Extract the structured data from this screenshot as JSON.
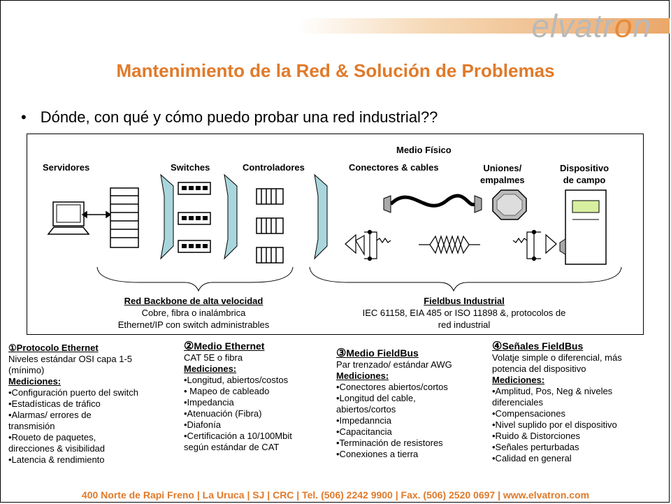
{
  "logo": {
    "text_pre": "elvatr",
    "text_o": "o",
    "text_post": "n"
  },
  "title": "Mantenimiento de la Red & Solución de Problemas",
  "bullet": {
    "mark": "•",
    "text": "Dónde, con qué y cómo puedo probar una red industrial??"
  },
  "diagram": {
    "medio_fisico": "Medio Físico",
    "labels": {
      "servidores": "Servidores",
      "switches": "Switches",
      "controladores": "Controladores",
      "conectores": "Conectores & cables",
      "uniones_1": "Uniones/",
      "uniones_2": "empalmes",
      "dispositivo_1": "Dispositivo",
      "dispositivo_2": "de campo"
    },
    "backbone": {
      "heading": "Red Backbone de alta velocidad",
      "line1": "Cobre, fibra o inalámbrica",
      "line2": "Ethernet/IP con switch administrables"
    },
    "fieldbus": {
      "heading": "Fieldbus Industrial",
      "line1": "IEC 61158, EIA 485 or ISO 11898 &, protocolos de",
      "line2": "red industrial"
    }
  },
  "columns": [
    {
      "num": "①",
      "title": "Protocolo Ethernet",
      "intro": [
        "Niveles estándar OSI capa 1-5",
        "(mínimo)"
      ],
      "subhead": "Mediciones:",
      "items": [
        "•Configuración puerto del switch",
        "•Estadísticas de tráfico",
        "•Alarmas/ errores  de",
        "transmisión",
        "•Roueto de paquetes,",
        "direcciones & visibilidad",
        "•Latencia & rendimiento"
      ]
    },
    {
      "num": "②",
      "title": "Medio Ethernet",
      "intro": [
        "CAT 5E o fibra"
      ],
      "subhead": "Mediciones:",
      "items": [
        "•Longitud, abiertos/costos",
        "• Mapeo de cableado",
        "•Impedancia",
        "•Atenuación (Fibra)",
        "•Diafonía",
        "•Certificación a 10/100Mbit",
        "según estándar de CAT"
      ]
    },
    {
      "num": "③",
      "title": "Medio FieldBus",
      "intro": [
        "Par trenzado/ estándar AWG"
      ],
      "subhead": "Mediciones:",
      "items": [
        "•Conectores abiertos/cortos",
        "•Longitud del cable,",
        "abiertos/cortos",
        "•Impedanncia",
        "•Capacitancia",
        "•Terminación de resistores",
        "•Conexiones a tierra"
      ]
    },
    {
      "num": "④",
      "title": "Señales FieldBus",
      "intro": [
        "Volatje simple o diferencial, más",
        "potencia del dispositivo"
      ],
      "subhead": "Mediciones:",
      "items": [
        "•Amplitud, Pos, Neg & niveles",
        "diferenciales",
        "•Compensaciones",
        "•Nivel suplido por el dispositivo",
        "•Ruido & Distorciones",
        "•Señales perturbadas",
        "•Calidad en general"
      ]
    }
  ],
  "footer": "400 Norte de Rapi Freno | La Uruca | SJ | CRC | Tel. (506) 2242 9900 | Fax. (506) 2520 0697 | www.elvatron.com",
  "colors": {
    "accent": "#e07a2a",
    "arrow": "#a9d6dc"
  }
}
